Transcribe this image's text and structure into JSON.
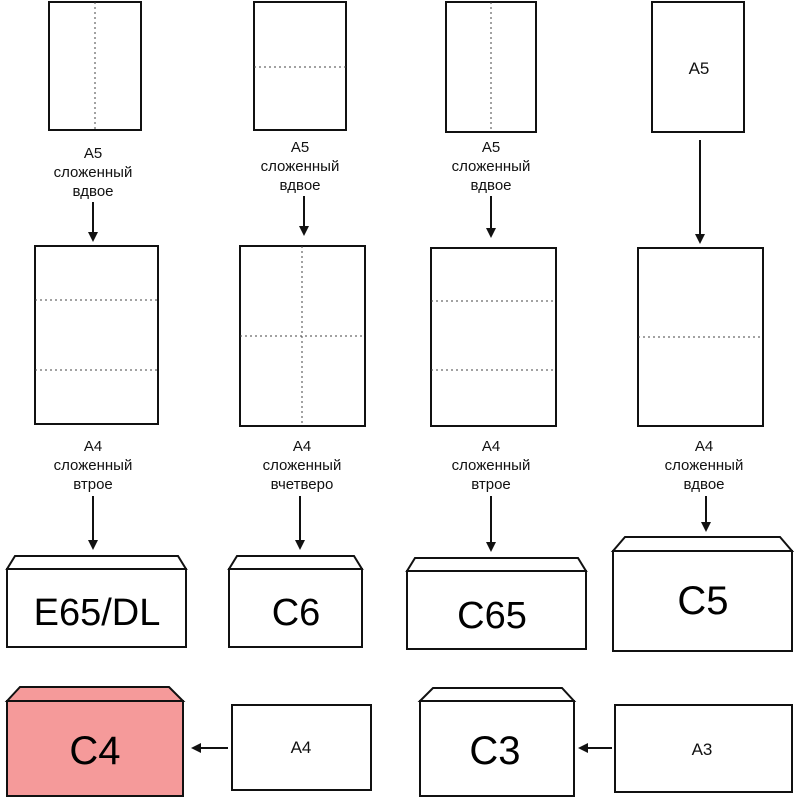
{
  "columns": [
    {
      "a5_label": "",
      "a5_caption": [
        "A5",
        "сложенный",
        "вдвое"
      ],
      "a4_caption": [
        "A4",
        "сложенный",
        "втрое"
      ],
      "envelope": "E65/DL"
    },
    {
      "a5_label": "",
      "a5_caption": [
        "A5",
        "сложенный",
        "вдвое"
      ],
      "a4_caption": [
        "A4",
        "сложенный",
        "вчетверо"
      ],
      "envelope": "C6"
    },
    {
      "a5_label": "",
      "a5_caption": [
        "A5",
        "сложенный",
        "вдвое"
      ],
      "a4_caption": [
        "A4",
        "сложенный",
        "втрое"
      ],
      "envelope": "C65"
    },
    {
      "a5_label": "A5",
      "a5_caption": [],
      "a4_caption": [
        "A4",
        "сложенный",
        "вдвое"
      ],
      "envelope": "C5"
    }
  ],
  "bottom_row": [
    {
      "envelope": "C4",
      "sheet": "A4",
      "highlight_color": "#f59a9a"
    },
    {
      "envelope": "C3",
      "sheet": "A3"
    }
  ],
  "colors": {
    "stroke": "#111111",
    "highlight": "#f59a9a"
  }
}
